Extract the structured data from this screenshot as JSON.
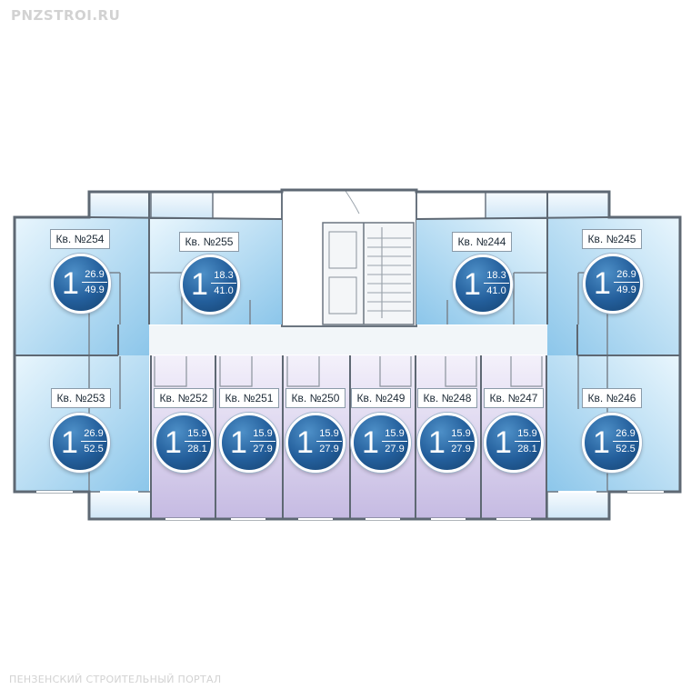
{
  "site": {
    "name": "PNZSTROI.RU",
    "footer": "ПЕНЗЕНСКИЙ СТРОИТЕЛЬНЫЙ ПОРТАЛ"
  },
  "colors": {
    "blue_unit": "#9fd0ef",
    "violet_unit": "#c9bfe3",
    "wall": "#5e6873",
    "badge": "#235e9b"
  },
  "apartments": [
    {
      "label": "Кв. №254",
      "rooms": "1",
      "living": "26.9",
      "total": "49.9"
    },
    {
      "label": "Кв. №255",
      "rooms": "1",
      "living": "18.3",
      "total": "41.0"
    },
    {
      "label": "Кв. №244",
      "rooms": "1",
      "living": "18.3",
      "total": "41.0"
    },
    {
      "label": "Кв. №245",
      "rooms": "1",
      "living": "26.9",
      "total": "49.9"
    },
    {
      "label": "Кв. №253",
      "rooms": "1",
      "living": "26.9",
      "total": "52.5"
    },
    {
      "label": "Кв. №252",
      "rooms": "1",
      "living": "15.9",
      "total": "28.1"
    },
    {
      "label": "Кв. №251",
      "rooms": "1",
      "living": "15.9",
      "total": "27.9"
    },
    {
      "label": "Кв. №250",
      "rooms": "1",
      "living": "15.9",
      "total": "27.9"
    },
    {
      "label": "Кв. №249",
      "rooms": "1",
      "living": "15.9",
      "total": "27.9"
    },
    {
      "label": "Кв. №248",
      "rooms": "1",
      "living": "15.9",
      "total": "27.9"
    },
    {
      "label": "Кв. №247",
      "rooms": "1",
      "living": "15.9",
      "total": "28.1"
    },
    {
      "label": "Кв. №246",
      "rooms": "1",
      "living": "26.9",
      "total": "52.5"
    }
  ]
}
